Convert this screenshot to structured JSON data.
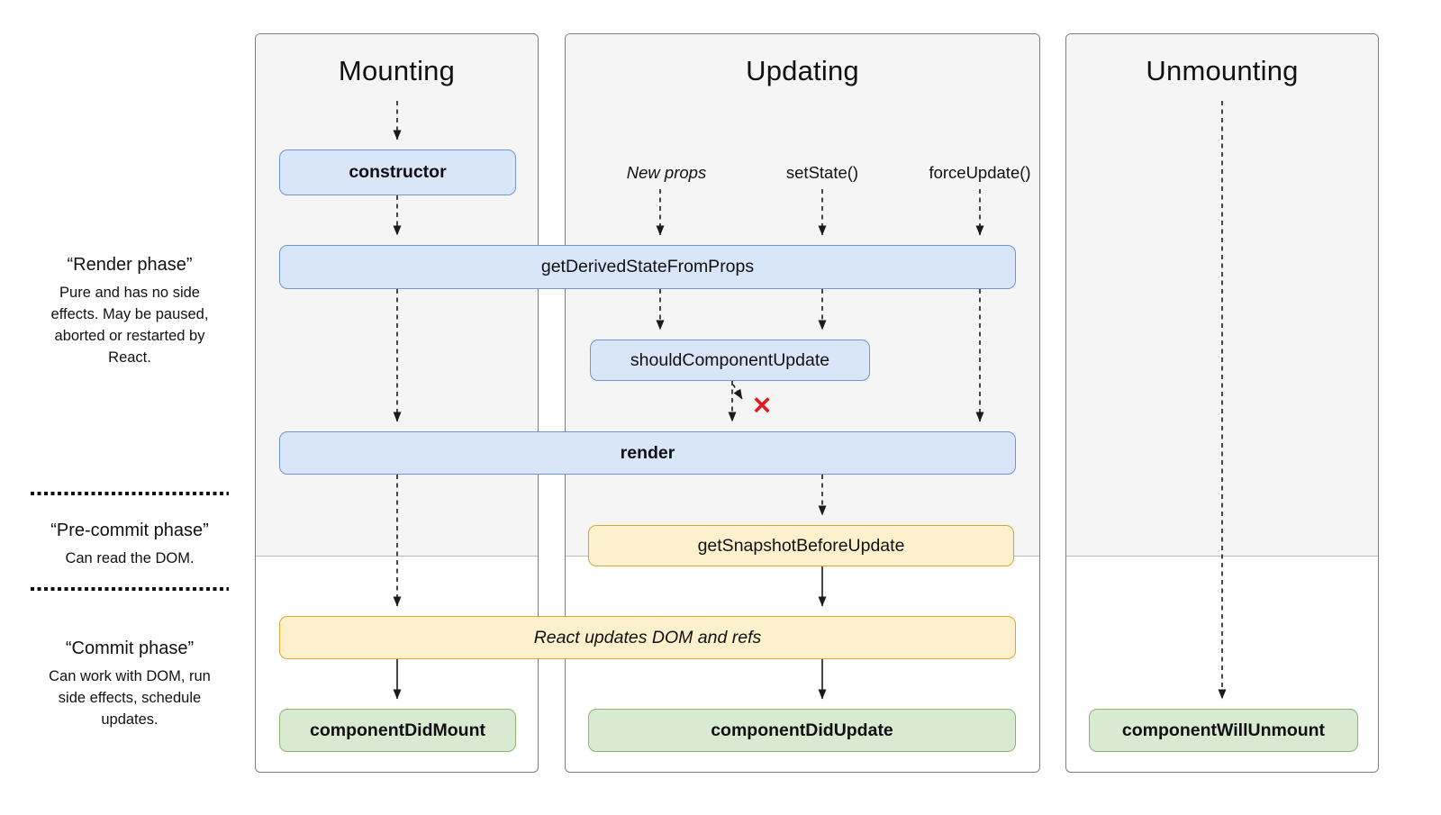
{
  "diagram": {
    "columns": [
      {
        "id": "mounting",
        "title": "Mounting"
      },
      {
        "id": "updating",
        "title": "Updating"
      },
      {
        "id": "unmounting",
        "title": "Unmounting"
      }
    ],
    "phases": [
      {
        "title": "“Render phase”",
        "description": "Pure and has no side effects. May be paused, aborted or restarted by React."
      },
      {
        "title": "“Pre-commit phase”",
        "description": "Can read the DOM."
      },
      {
        "title": "“Commit phase”",
        "description": "Can work with DOM, run side effects, schedule updates."
      }
    ],
    "triggers": [
      {
        "label": "New props"
      },
      {
        "label": "setState()"
      },
      {
        "label": "forceUpdate()"
      }
    ],
    "nodes": {
      "constructor": "constructor",
      "get_derived_state_from_props": "getDerivedStateFromProps",
      "should_component_update": "shouldComponentUpdate",
      "render": "render",
      "get_snapshot_before_update": "getSnapshotBeforeUpdate",
      "react_updates_dom": "React updates DOM and refs",
      "component_did_mount": "componentDidMount",
      "component_did_update": "componentDidUpdate",
      "component_will_unmount": "componentWillUnmount"
    },
    "cancel_mark": "✕",
    "colors": {
      "render_method_fill": "#d9e5f9",
      "render_method_border": "#6c96d8",
      "side_effect_fill": "#fdf1cd",
      "side_effect_border": "#d8a72e",
      "commit_method_fill": "#d9ead3",
      "commit_method_border": "#8ab56e",
      "column_shade": "#f5f5f5",
      "cancel_mark_color": "#e01b1b",
      "arrow_color": "#1a1a1a"
    }
  }
}
